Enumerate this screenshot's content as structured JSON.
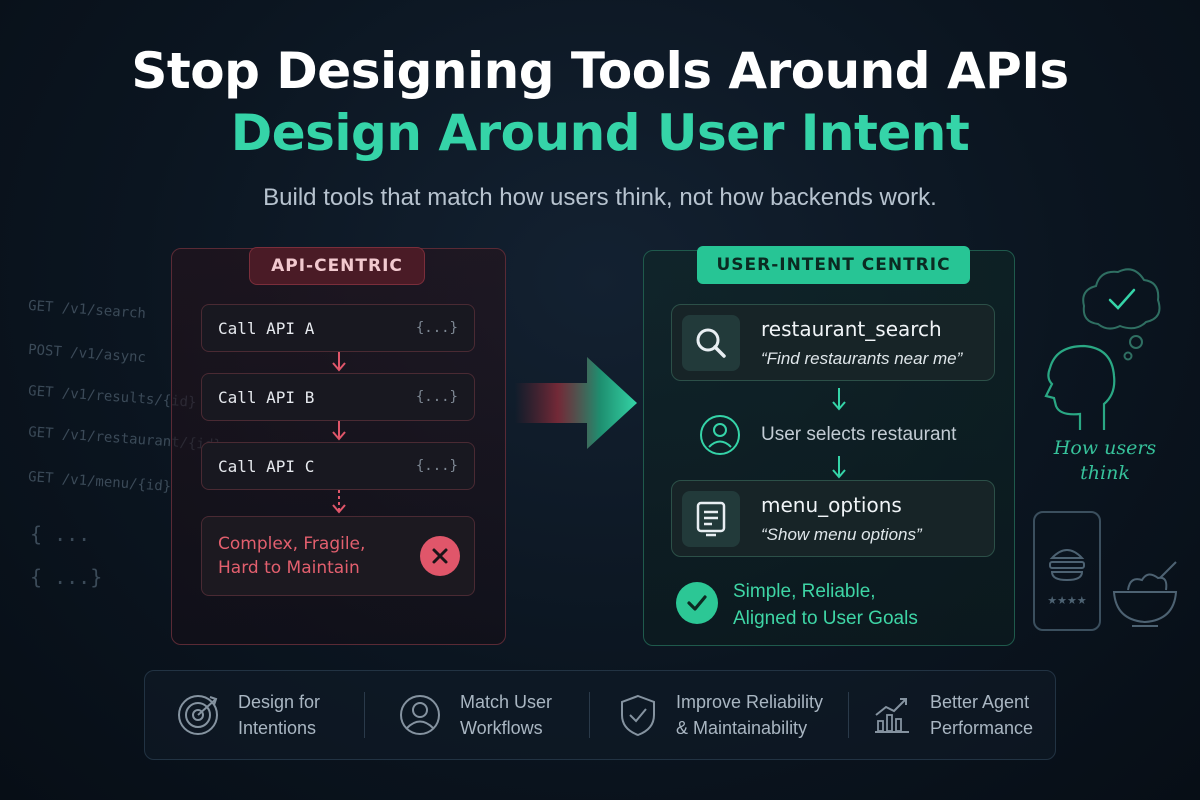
{
  "header": {
    "title_line1": "Stop Designing Tools Around APIs",
    "title_line2": "Design Around User Intent",
    "subtitle": "Build tools that match how users think, not how backends work."
  },
  "background_code": {
    "lines": [
      "GET /v1/search",
      "POST /v1/async",
      "GET /v1/results/{id}",
      "GET /v1/restaurant/{id}",
      "GET /v1/menu/{id}"
    ],
    "braces": [
      "{ ...",
      "{ ...}"
    ]
  },
  "api_panel": {
    "badge": "API-CENTRIC",
    "steps": [
      {
        "label": "Call API A",
        "payload": "{...}"
      },
      {
        "label": "Call API B",
        "payload": "{...}"
      },
      {
        "label": "Call API C",
        "payload": "{...}"
      }
    ],
    "result_line1": "Complex, Fragile,",
    "result_line2": "Hard to Maintain",
    "result_icon": "x-circle-icon"
  },
  "intent_panel": {
    "badge": "USER-INTENT CENTRIC",
    "tool1": {
      "name": "restaurant_search",
      "quote": "“Find restaurants near me”",
      "icon": "search-icon"
    },
    "user_step": {
      "text": "User selects restaurant",
      "icon": "user-icon"
    },
    "tool2": {
      "name": "menu_options",
      "quote": "“Show menu options”",
      "icon": "menu-card-icon"
    },
    "result_line1": "Simple, Reliable,",
    "result_line2": "Aligned to User Goals",
    "result_icon": "check-circle-icon"
  },
  "side_illustration": {
    "line1": "How users",
    "line2": "think"
  },
  "benefits": [
    {
      "line1": "Design for",
      "line2": "Intentions",
      "icon": "target-icon"
    },
    {
      "line1": "Match User",
      "line2": "Workflows",
      "icon": "user-circle-icon"
    },
    {
      "line1": "Improve Reliability",
      "line2": "& Maintainability",
      "icon": "shield-check-icon"
    },
    {
      "line1": "Better Agent",
      "line2": "Performance",
      "icon": "growth-chart-icon"
    }
  ],
  "colors": {
    "accent_green": "#35d4a8",
    "error_red": "#e0566a",
    "background": "#0b1520"
  }
}
